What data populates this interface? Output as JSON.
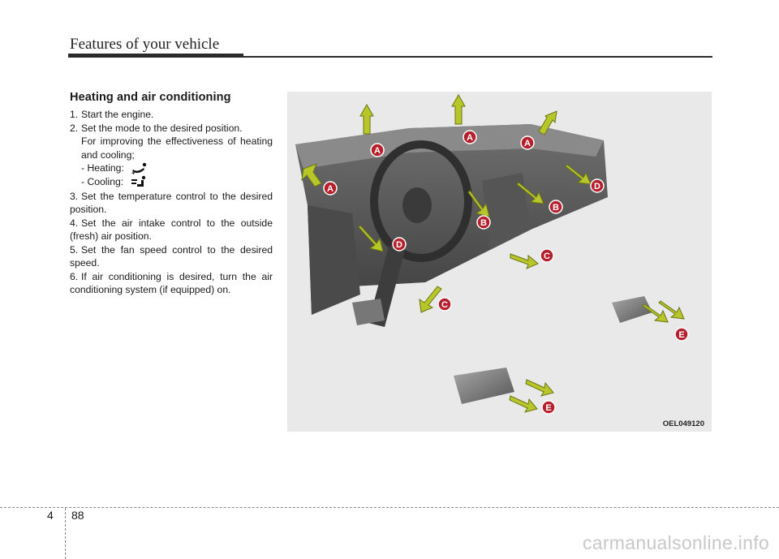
{
  "header": {
    "title": "Features of your vehicle"
  },
  "section": {
    "heading": "Heating and air conditioning",
    "steps": [
      {
        "num": "1.",
        "text": "Start the engine."
      },
      {
        "num": "2.",
        "text": "Set the mode to the desired position."
      },
      {
        "num": "3.",
        "text": "Set the temperature control to the desired position."
      },
      {
        "num": "4.",
        "text": "Set the air intake control to the outside (fresh) air position."
      },
      {
        "num": "5.",
        "text": "Set the fan speed control to the desired speed."
      },
      {
        "num": "6.",
        "text": "If air conditioning is desired, turn the air conditioning system (if equipped) on."
      }
    ],
    "note": "For improving the effectiveness of heating and cooling;",
    "heating_label": "- Heating:",
    "cooling_label": "- Cooling:"
  },
  "figure": {
    "code": "OEL049120",
    "labels": [
      "A",
      "A",
      "A",
      "A",
      "B",
      "B",
      "C",
      "C",
      "D",
      "D",
      "E",
      "E"
    ]
  },
  "footer": {
    "chapter": "4",
    "page": "88"
  },
  "watermark": "carmanualsonline.info",
  "colors": {
    "arrow": "#b7c628",
    "label_circle": "#b61f2c",
    "figure_bg": "#e9e9e9"
  }
}
